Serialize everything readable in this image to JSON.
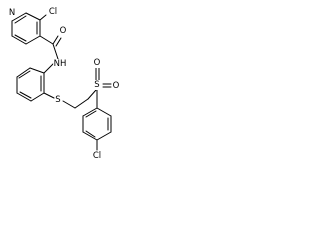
{
  "molecule": {
    "atom_labels": {
      "pyridine_n": "N",
      "chloro_top": "Cl",
      "carbonyl_o": "O",
      "amide_nh": "NH",
      "thioether_s": "S",
      "sulfonyl_s": "S",
      "sulfonyl_o_left": "O",
      "sulfonyl_o_right": "O",
      "chloro_bottom": "Cl"
    }
  },
  "colors": {
    "bond": "#000000",
    "text": "#000000",
    "background": "#ffffff"
  }
}
